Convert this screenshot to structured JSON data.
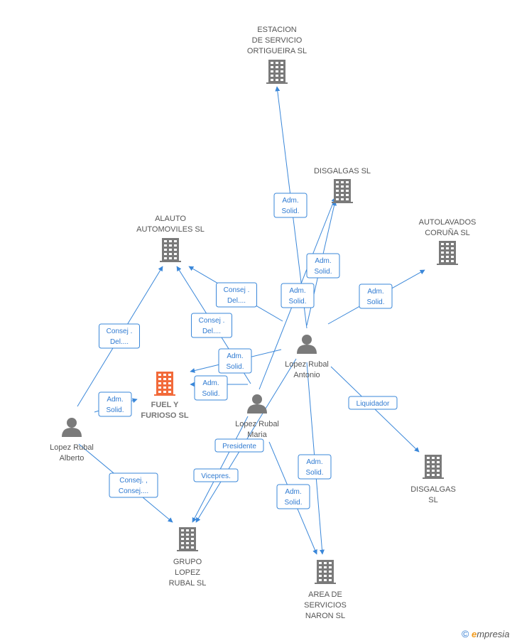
{
  "nodes": [
    {
      "id": "estacion",
      "type": "company",
      "lines": [
        "ESTACION",
        "DE SERVICIO",
        "ORTIGUEIRA  SL"
      ]
    },
    {
      "id": "disgalgas1",
      "type": "company",
      "lines": [
        "DISGALGAS SL"
      ]
    },
    {
      "id": "autolavados",
      "type": "company",
      "lines": [
        "AUTOLAVADOS",
        "CORUÑA  SL"
      ]
    },
    {
      "id": "alauto",
      "type": "company",
      "lines": [
        "ALAUTO",
        "AUTOMOVILES SL"
      ]
    },
    {
      "id": "fuel",
      "type": "company-main",
      "lines": [
        "FUEL Y",
        "FURIOSO  SL"
      ]
    },
    {
      "id": "antonio",
      "type": "person",
      "lines": [
        "Lopez Rubal",
        "Antonio"
      ]
    },
    {
      "id": "maria",
      "type": "person",
      "lines": [
        "Lopez Rubal",
        "Maria"
      ]
    },
    {
      "id": "alberto",
      "type": "person",
      "lines": [
        "Lopez Rubal",
        "Alberto"
      ]
    },
    {
      "id": "disgalgas2",
      "type": "company",
      "lines": [
        "DISGALGAS",
        "SL"
      ]
    },
    {
      "id": "grupo",
      "type": "company",
      "lines": [
        "GRUPO",
        "LOPEZ",
        "RUBAL SL"
      ]
    },
    {
      "id": "area",
      "type": "company",
      "lines": [
        "AREA DE",
        "SERVICIOS",
        "NARON SL"
      ]
    }
  ],
  "edges": [
    {
      "from": "antonio",
      "to": "estacion",
      "label": [
        "Adm.",
        "Solid."
      ]
    },
    {
      "from": "antonio",
      "to": "disgalgas1",
      "label": [
        "Adm.",
        "Solid."
      ]
    },
    {
      "from": "maria",
      "to": "disgalgas1",
      "label": [
        "Adm.",
        "Solid."
      ]
    },
    {
      "from": "antonio",
      "to": "autolavados",
      "label": [
        "Adm.",
        "Solid."
      ]
    },
    {
      "from": "antonio",
      "to": "alauto",
      "label": [
        "Consej .",
        "Del...."
      ]
    },
    {
      "from": "maria",
      "to": "alauto",
      "label": [
        "Consej .",
        "Del...."
      ]
    },
    {
      "from": "alberto",
      "to": "alauto",
      "label": [
        "Consej .",
        "Del...."
      ]
    },
    {
      "from": "antonio",
      "to": "fuel",
      "label": [
        "Adm.",
        "Solid."
      ]
    },
    {
      "from": "maria",
      "to": "fuel",
      "label": [
        "Adm.",
        "Solid."
      ]
    },
    {
      "from": "alberto",
      "to": "fuel",
      "label": [
        "Adm.",
        "Solid."
      ]
    },
    {
      "from": "antonio",
      "to": "disgalgas2",
      "label": [
        "Liquidador"
      ]
    },
    {
      "from": "antonio",
      "to": "grupo",
      "label": [
        "Presidente"
      ]
    },
    {
      "from": "maria",
      "to": "grupo",
      "label": [
        "Vicepres."
      ]
    },
    {
      "from": "alberto",
      "to": "grupo",
      "label": [
        "Consej. ,",
        "Consej...."
      ]
    },
    {
      "from": "antonio",
      "to": "area",
      "label": [
        "Adm.",
        "Solid."
      ]
    },
    {
      "from": "maria",
      "to": "area",
      "label": [
        "Adm.",
        "Solid."
      ]
    }
  ],
  "credit": {
    "symbol": "©",
    "brand_initial": "e",
    "brand_rest": "mpresia"
  },
  "colors": {
    "edge": "#3a87d9",
    "company": "#7a7a7a",
    "main_company": "#f26a3a",
    "person": "#7a7a7a"
  }
}
